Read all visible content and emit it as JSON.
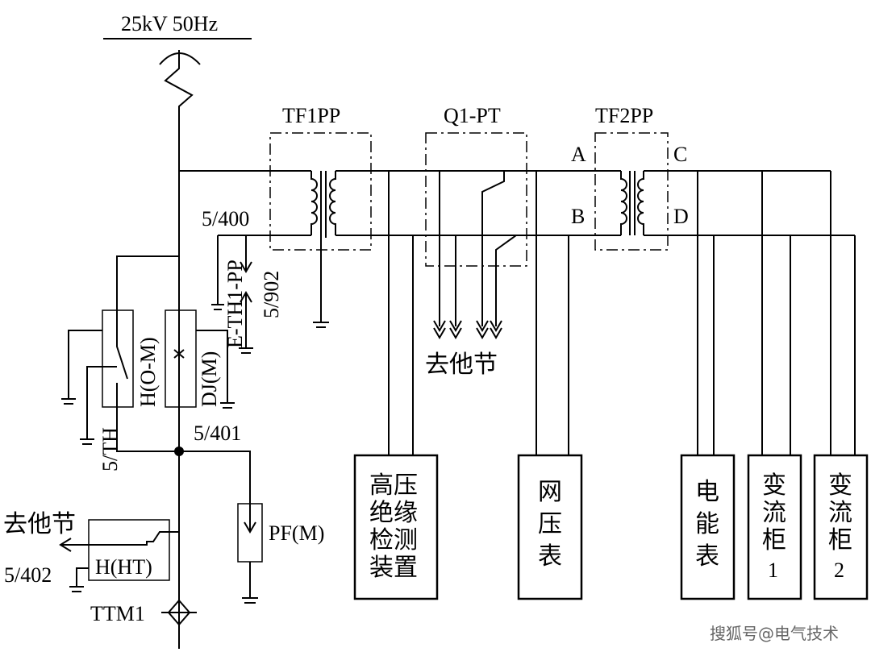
{
  "supply": {
    "label": "25kV 50Hz"
  },
  "transformers": {
    "tf1": "TF1PP",
    "q1": "Q1-PT",
    "tf2": "TF2PP"
  },
  "terminals": {
    "a": "A",
    "b": "B",
    "c": "C",
    "d": "D"
  },
  "wires": {
    "w400": "5/400",
    "w902": "5/902",
    "w401": "5/401",
    "w402": "5/402",
    "wth": "5/TH"
  },
  "components": {
    "eth1": "E-TH1-PP",
    "hom": "H(O-M)",
    "djm": "DJ(M)",
    "pfm": "PF(M)",
    "hht": "H(HT)",
    "ttm1": "TTM1"
  },
  "to_other": {
    "middle": "去他节",
    "left": "去他节"
  },
  "boxes": {
    "insulation": [
      "高压",
      "绝缘",
      "检测",
      "装置"
    ],
    "voltmeter": [
      "网",
      "压",
      "表"
    ],
    "energy": [
      "电",
      "能",
      "表"
    ],
    "conv1": [
      "变",
      "流",
      "柜",
      "1"
    ],
    "conv2": [
      "变",
      "流",
      "柜",
      "2"
    ]
  },
  "watermark": "搜狐号@电气技术"
}
